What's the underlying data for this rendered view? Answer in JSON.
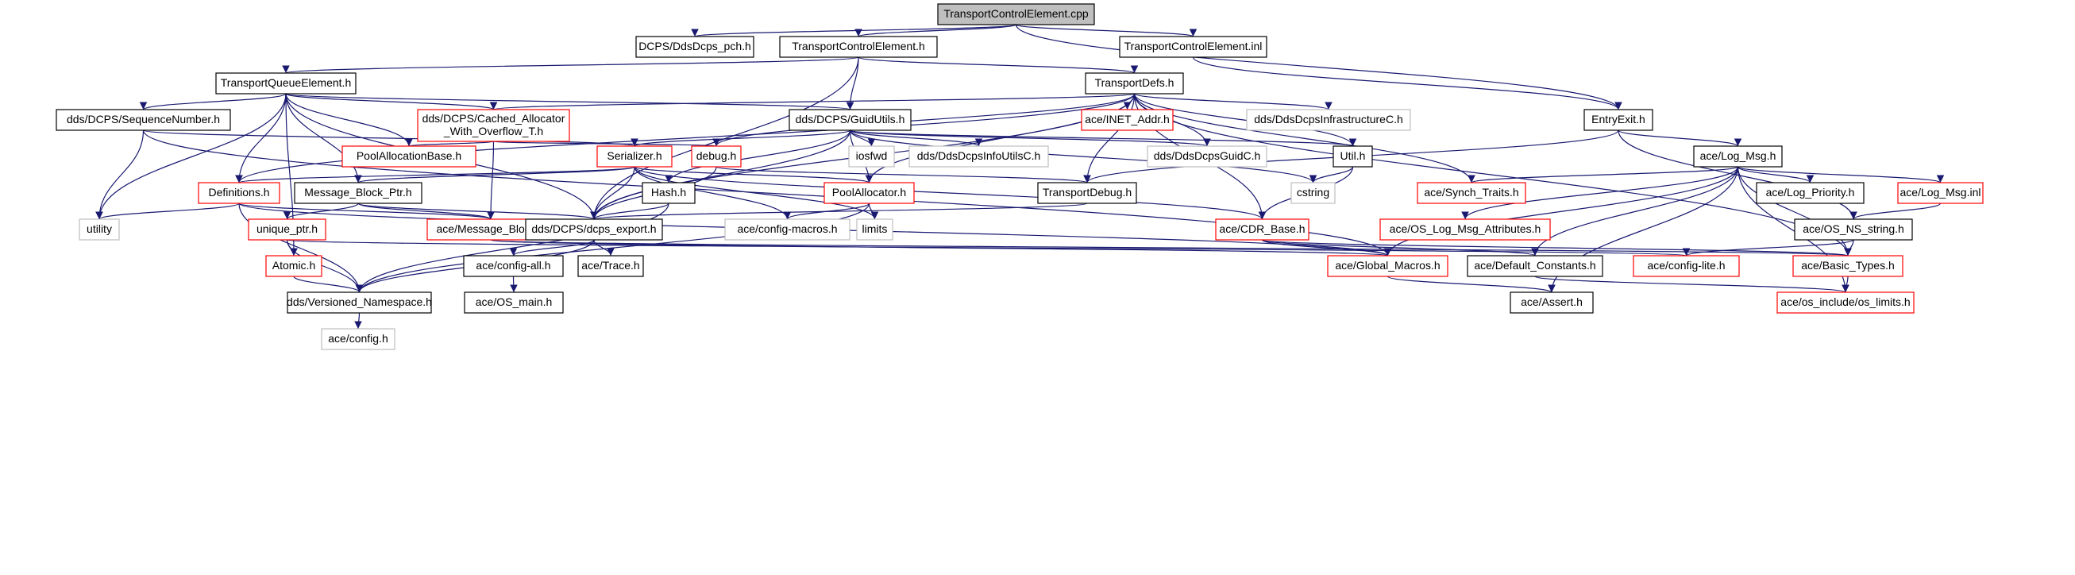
{
  "diagram": {
    "title": "TransportControlElement.cpp",
    "colors": {
      "root_fill": "#bfbfbf",
      "node_border_black": "#000000",
      "node_border_red": "#ff0000",
      "node_border_gray": "#bfbfbf",
      "external_text": "#7f7f7f",
      "edge": "#191970"
    },
    "nodes": [
      {
        "id": "root",
        "label": "TransportControlElement.cpp",
        "style": "root"
      },
      {
        "id": "pch",
        "label": "DCPS/DdsDcps_pch.h",
        "style": "black"
      },
      {
        "id": "tce_h",
        "label": "TransportControlElement.h",
        "style": "black"
      },
      {
        "id": "tce_inl",
        "label": "TransportControlElement.inl",
        "style": "black"
      },
      {
        "id": "tqe",
        "label": "TransportQueueElement.h",
        "style": "black"
      },
      {
        "id": "tdefs",
        "label": "TransportDefs.h",
        "style": "black"
      },
      {
        "id": "entryexit",
        "label": "EntryExit.h",
        "style": "black"
      },
      {
        "id": "seqnum",
        "label": "dds/DCPS/SequenceNumber.h",
        "style": "black"
      },
      {
        "id": "cached",
        "label": "dds/DCPS/Cached_Allocator\n_With_Overflow_T.h",
        "style": "red"
      },
      {
        "id": "guidutils",
        "label": "dds/DCPS/GuidUtils.h",
        "style": "black"
      },
      {
        "id": "inet",
        "label": "ace/INET_Addr.h",
        "style": "red"
      },
      {
        "id": "infra",
        "label": "dds/DdsDcpsInfrastructureC.h",
        "style": "gray"
      },
      {
        "id": "logmsg",
        "label": "ace/Log_Msg.h",
        "style": "black"
      },
      {
        "id": "pab",
        "label": "PoolAllocationBase.h",
        "style": "red"
      },
      {
        "id": "serializer",
        "label": "Serializer.h",
        "style": "red"
      },
      {
        "id": "debug",
        "label": "debug.h",
        "style": "red"
      },
      {
        "id": "iosfwd",
        "label": "iosfwd",
        "style": "gray"
      },
      {
        "id": "infoutils",
        "label": "dds/DdsDcpsInfoUtilsC.h",
        "style": "gray"
      },
      {
        "id": "guidc",
        "label": "dds/DdsDcpsGuidC.h",
        "style": "gray"
      },
      {
        "id": "util",
        "label": "Util.h",
        "style": "black"
      },
      {
        "id": "definitions",
        "label": "Definitions.h",
        "style": "red"
      },
      {
        "id": "mbptr",
        "label": "Message_Block_Ptr.h",
        "style": "black"
      },
      {
        "id": "hash",
        "label": "Hash.h",
        "style": "black"
      },
      {
        "id": "poolalloc",
        "label": "PoolAllocator.h",
        "style": "red"
      },
      {
        "id": "tdebug",
        "label": "TransportDebug.h",
        "style": "black"
      },
      {
        "id": "cstring",
        "label": "cstring",
        "style": "gray"
      },
      {
        "id": "synch",
        "label": "ace/Synch_Traits.h",
        "style": "red"
      },
      {
        "id": "logprio",
        "label": "ace/Log_Priority.h",
        "style": "black"
      },
      {
        "id": "logmsginl",
        "label": "ace/Log_Msg.inl",
        "style": "red"
      },
      {
        "id": "utility",
        "label": "utility",
        "style": "gray"
      },
      {
        "id": "uniqueptr",
        "label": "unique_ptr.h",
        "style": "red"
      },
      {
        "id": "acemb",
        "label": "ace/Message_Block.h",
        "style": "red"
      },
      {
        "id": "export",
        "label": "dds/DCPS/dcps_export.h",
        "style": "black"
      },
      {
        "id": "cfgmacros",
        "label": "ace/config-macros.h",
        "style": "gray"
      },
      {
        "id": "limits",
        "label": "limits",
        "style": "gray"
      },
      {
        "id": "cdrbase",
        "label": "ace/CDR_Base.h",
        "style": "red"
      },
      {
        "id": "oslogattr",
        "label": "ace/OS_Log_Msg_Attributes.h",
        "style": "red"
      },
      {
        "id": "osns",
        "label": "ace/OS_NS_string.h",
        "style": "black"
      },
      {
        "id": "atomic",
        "label": "Atomic.h",
        "style": "red"
      },
      {
        "id": "cfgall",
        "label": "ace/config-all.h",
        "style": "black"
      },
      {
        "id": "trace",
        "label": "ace/Trace.h",
        "style": "black"
      },
      {
        "id": "globalmacros",
        "label": "ace/Global_Macros.h",
        "style": "red"
      },
      {
        "id": "defconst",
        "label": "ace/Default_Constants.h",
        "style": "black"
      },
      {
        "id": "cfglite",
        "label": "ace/config-lite.h",
        "style": "red"
      },
      {
        "id": "basictypes",
        "label": "ace/Basic_Types.h",
        "style": "red"
      },
      {
        "id": "versioned",
        "label": "dds/Versioned_Namespace.h",
        "style": "black"
      },
      {
        "id": "osmain",
        "label": "ace/OS_main.h",
        "style": "black"
      },
      {
        "id": "assert",
        "label": "ace/Assert.h",
        "style": "black"
      },
      {
        "id": "oslimits",
        "label": "ace/os_include/os_limits.h",
        "style": "red"
      },
      {
        "id": "config",
        "label": "ace/config.h",
        "style": "gray"
      }
    ],
    "edges": [
      [
        "root",
        "pch"
      ],
      [
        "root",
        "tce_h"
      ],
      [
        "root",
        "tce_inl"
      ],
      [
        "root",
        "entryexit"
      ],
      [
        "tce_h",
        "tqe"
      ],
      [
        "tce_h",
        "tdefs"
      ],
      [
        "tce_h",
        "guidutils"
      ],
      [
        "tce_h",
        "export"
      ],
      [
        "tce_inl",
        "entryexit"
      ],
      [
        "tqe",
        "seqnum"
      ],
      [
        "tqe",
        "cached"
      ],
      [
        "tqe",
        "guidutils"
      ],
      [
        "tqe",
        "pab"
      ],
      [
        "tqe",
        "definitions"
      ],
      [
        "tqe",
        "mbptr"
      ],
      [
        "tqe",
        "export"
      ],
      [
        "tqe",
        "utility"
      ],
      [
        "tqe",
        "atomic"
      ],
      [
        "tdefs",
        "cached"
      ],
      [
        "tdefs",
        "inet"
      ],
      [
        "tdefs",
        "infra"
      ],
      [
        "tdefs",
        "guidc"
      ],
      [
        "tdefs",
        "util"
      ],
      [
        "tdefs",
        "debug"
      ],
      [
        "tdefs",
        "definitions"
      ],
      [
        "tdefs",
        "poolalloc"
      ],
      [
        "tdefs",
        "tdebug"
      ],
      [
        "tdefs",
        "synch"
      ],
      [
        "tdefs",
        "cdrbase"
      ],
      [
        "tdefs",
        "basictypes"
      ],
      [
        "tdefs",
        "export"
      ],
      [
        "entryexit",
        "logmsg"
      ],
      [
        "entryexit",
        "tdebug"
      ],
      [
        "entryexit",
        "osns"
      ],
      [
        "seqnum",
        "serializer"
      ],
      [
        "seqnum",
        "utility"
      ],
      [
        "seqnum",
        "globalmacros"
      ],
      [
        "cached",
        "pab"
      ],
      [
        "cached",
        "debug"
      ],
      [
        "cached",
        "acemb"
      ],
      [
        "guidutils",
        "serializer"
      ],
      [
        "guidutils",
        "iosfwd"
      ],
      [
        "guidutils",
        "infoutils"
      ],
      [
        "guidutils",
        "guidc"
      ],
      [
        "guidutils",
        "util"
      ],
      [
        "guidutils",
        "hash"
      ],
      [
        "guidutils",
        "poolalloc"
      ],
      [
        "guidutils",
        "cstring"
      ],
      [
        "guidutils",
        "export"
      ],
      [
        "logmsg",
        "synch"
      ],
      [
        "logmsg",
        "logprio"
      ],
      [
        "logmsg",
        "logmsginl"
      ],
      [
        "logmsg",
        "oslogattr"
      ],
      [
        "logmsg",
        "globalmacros"
      ],
      [
        "logmsg",
        "defconst"
      ],
      [
        "logmsg",
        "basictypes"
      ],
      [
        "logmsg",
        "assert"
      ],
      [
        "logmsg",
        "oslimits"
      ],
      [
        "serializer",
        "definitions"
      ],
      [
        "serializer",
        "mbptr"
      ],
      [
        "serializer",
        "poolalloc"
      ],
      [
        "serializer",
        "cdrbase"
      ],
      [
        "serializer",
        "cfgmacros"
      ],
      [
        "serializer",
        "limits"
      ],
      [
        "serializer",
        "export"
      ],
      [
        "debug",
        "export"
      ],
      [
        "debug",
        "tdebug"
      ],
      [
        "util",
        "cdrbase"
      ],
      [
        "util",
        "cstring"
      ],
      [
        "definitions",
        "utility"
      ],
      [
        "definitions",
        "acemb"
      ],
      [
        "definitions",
        "versioned"
      ],
      [
        "definitions",
        "globalmacros"
      ],
      [
        "mbptr",
        "uniqueptr"
      ],
      [
        "mbptr",
        "acemb"
      ],
      [
        "mbptr",
        "export"
      ],
      [
        "hash",
        "export"
      ],
      [
        "hash",
        "versioned"
      ],
      [
        "poolalloc",
        "cfgmacros"
      ],
      [
        "poolalloc",
        "limits"
      ],
      [
        "poolalloc",
        "versioned"
      ],
      [
        "tdebug",
        "export"
      ],
      [
        "logmsginl",
        "osns"
      ],
      [
        "uniqueptr",
        "atomic"
      ],
      [
        "uniqueptr",
        "versioned"
      ],
      [
        "uniqueptr",
        "cfglite"
      ],
      [
        "acemb",
        "globalmacros"
      ],
      [
        "acemb",
        "basictypes"
      ],
      [
        "export",
        "cfgall"
      ],
      [
        "export",
        "trace"
      ],
      [
        "export",
        "versioned"
      ],
      [
        "cdrbase",
        "globalmacros"
      ],
      [
        "cdrbase",
        "defconst"
      ],
      [
        "cdrbase",
        "basictypes"
      ],
      [
        "osns",
        "cfglite"
      ],
      [
        "osns",
        "basictypes"
      ],
      [
        "atomic",
        "versioned"
      ],
      [
        "cfgall",
        "osmain"
      ],
      [
        "globalmacros",
        "assert"
      ],
      [
        "defconst",
        "oslimits"
      ],
      [
        "basictypes",
        "oslimits"
      ],
      [
        "versioned",
        "config"
      ]
    ]
  }
}
